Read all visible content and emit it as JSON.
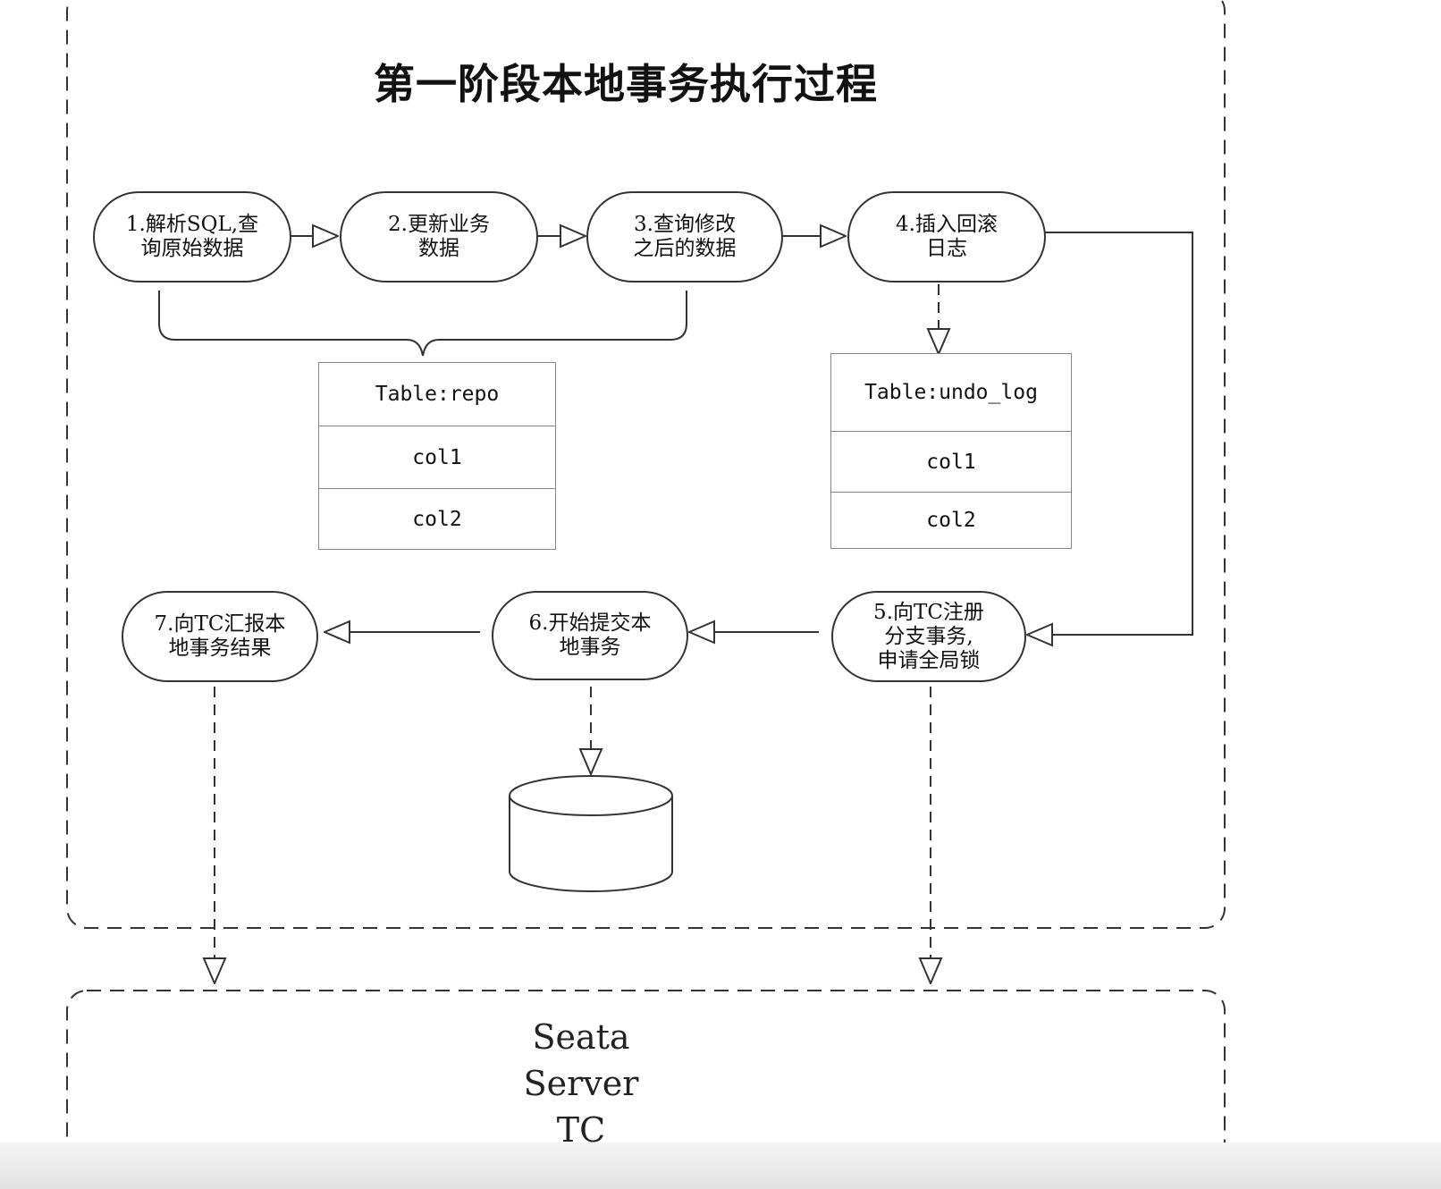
{
  "title": "第一阶段本地事务执行过程",
  "steps": [
    {
      "label": "1.解析SQL,查\n询原始数据"
    },
    {
      "label": "2.更新业务\n数据"
    },
    {
      "label": "3.查询修改\n之后的数据"
    },
    {
      "label": "4.插入回滚\n日志"
    },
    {
      "label": "5.向TC注册\n分支事务,\n申请全局锁"
    },
    {
      "label": "6.开始提交本\n地事务"
    },
    {
      "label": "7.向TC汇报本\n地事务结果"
    }
  ],
  "tables": {
    "repo": {
      "name": "Table:repo",
      "cols": [
        "col1",
        "col2"
      ]
    },
    "undo_log": {
      "name": "Table:undo_log",
      "cols": [
        "col1",
        "col2"
      ]
    }
  },
  "server": {
    "label": "Seata\nServer\nTC"
  }
}
